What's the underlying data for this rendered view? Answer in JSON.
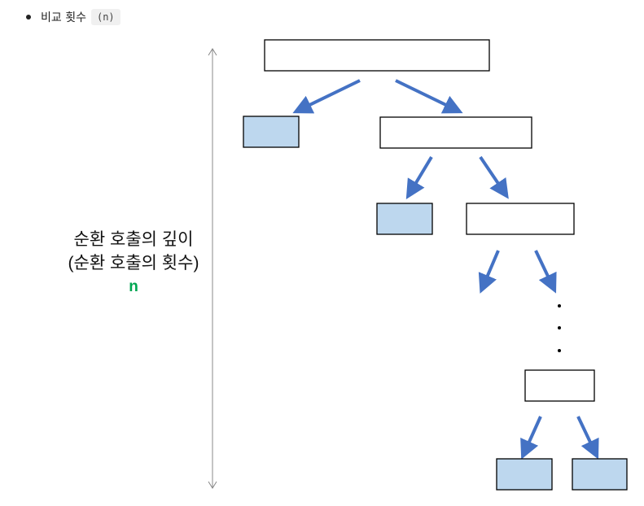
{
  "bullet": {
    "text": "비교 횟수",
    "code": "(n)"
  },
  "depth_label": {
    "line1": "순환 호출의 깊이",
    "line2": "(순환 호출의 횟수)",
    "n": "n"
  },
  "continuation_dots": "⋮",
  "colors": {
    "arrow": "#4472c4",
    "leaf_fill": "#bdd7ee",
    "box_stroke": "#000000",
    "n_label": "#00a651",
    "depth_axis": "#888888"
  }
}
